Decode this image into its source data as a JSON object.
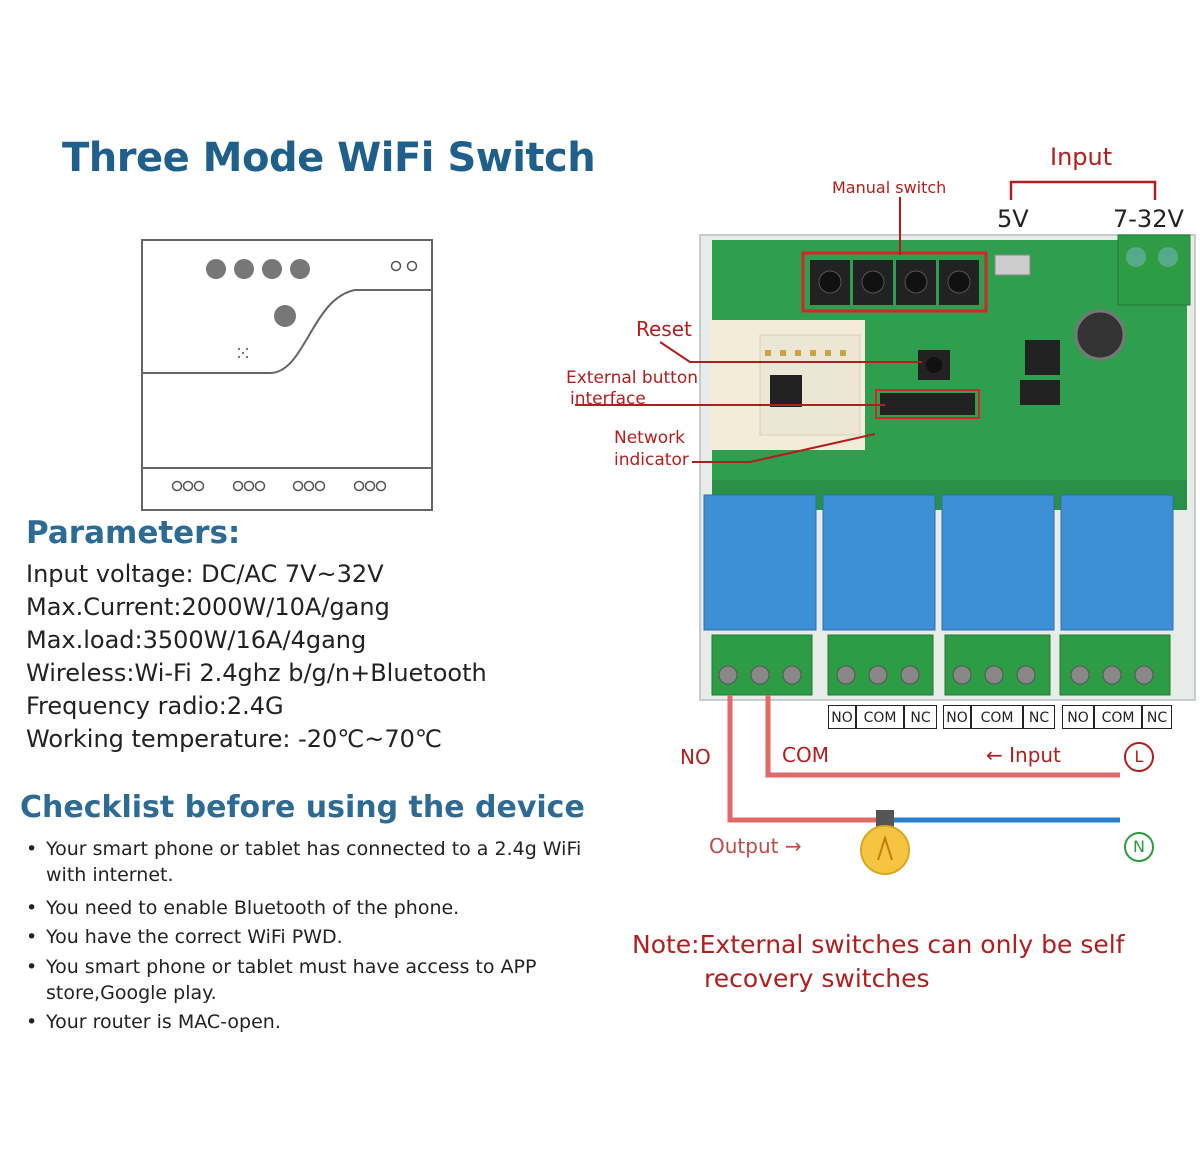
{
  "title": "Three Mode WiFi Switch",
  "parameters": {
    "heading": "Parameters:",
    "items": [
      "Input voltage:  DC/AC 7V~32V",
      "Max.Current:2000W/10A/gang",
      "Max.load:3500W/16A/4gang",
      "Wireless:Wi-Fi 2.4ghz b/g/n+Bluetooth",
      "Frequency radio:2.4G",
      "Working temperature:  -20℃~70℃"
    ]
  },
  "checklist": {
    "heading": "Checklist before using the device",
    "bullet": "•",
    "items": [
      "Your smart phone or tablet has connected to a 2.4g WiFi with internet.",
      "You need to enable Bluetooth of the phone.",
      "You have the correct WiFi PWD.",
      "You smart phone or tablet must have access to APP store,Google play.",
      "Your router is MAC-open."
    ]
  },
  "board": {
    "input_label": "Input",
    "v5_label": "5V",
    "v7_32_label": "7-32V",
    "manual_switch_label": "Manual switch",
    "reset_label": "Reset",
    "external_button_label_1": "External button",
    "external_button_label_2": "interface",
    "network_indicator_label_1": "Network",
    "network_indicator_label_2": "indicator",
    "terminals": [
      "NO",
      "COM",
      "NC",
      "NO",
      "COM",
      "NC",
      "NO",
      "COM",
      "NC"
    ]
  },
  "wiring": {
    "no_label": "NO",
    "com_label": "COM",
    "input_label": "← Input",
    "live_symbol": "L",
    "output_label": "Output →",
    "neutral_symbol": "N"
  },
  "note": {
    "line1": "Note:External switches can only be self",
    "line2": "recovery switches"
  },
  "colors": {
    "title_blue": "#1f5f8b",
    "label_red": "#b21e1e",
    "pcb_green": "#2f9e4f",
    "relay_blue": "#3d8fd6",
    "wire_red": "#e06a6a",
    "wire_blue": "#2a7fc9",
    "neutral_green": "#2a9a3a"
  }
}
